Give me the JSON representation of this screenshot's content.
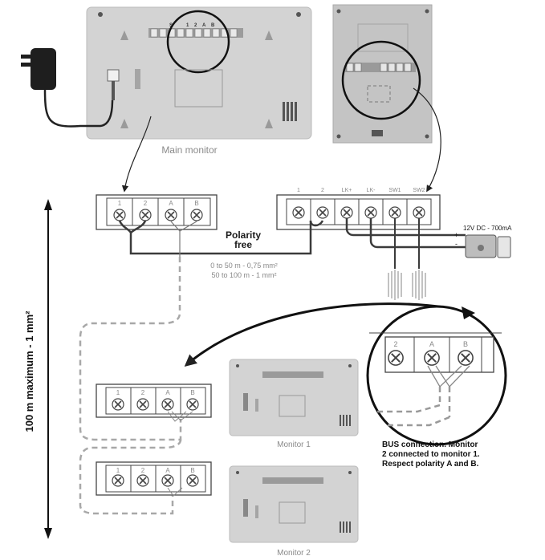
{
  "labels": {
    "main_monitor": "Main monitor",
    "monitor_1": "Monitor 1",
    "monitor_2": "Monitor 2",
    "polarity_line1": "Polarity",
    "polarity_line2": "free",
    "cable_spec_line1": "0 to 50 m - 0,75 mm²",
    "cable_spec_line2": "50 to 100 m - 1 mm²",
    "power_spec": "12V DC - 700mA",
    "plus": "+",
    "minus": "-",
    "vertical_distance": "100 m maximum - 1 mm²",
    "bus_note_line1": "BUS connection. Monitor",
    "bus_note_line2": "2 connected to monitor 1.",
    "bus_note_line3": "Respect polarity A and B."
  },
  "monitor_terminals": [
    "1",
    "2",
    "A",
    "B"
  ],
  "monitor_connector_labels": [
    "S",
    "1",
    "2",
    "A",
    "B"
  ],
  "door_station_terminals": [
    "1",
    "2",
    "LK+",
    "LK-",
    "SW1",
    "SW2"
  ],
  "zoom_terminals": [
    "2",
    "A",
    "B"
  ],
  "colors": {
    "device_gray": "#cfcfcf",
    "device_border": "#b3b3b3",
    "wire": "#3b3b3b",
    "dashed_wire": "#a8a8a8",
    "label_gray": "#8a8a8a",
    "text_dark": "#1a1a1a"
  }
}
